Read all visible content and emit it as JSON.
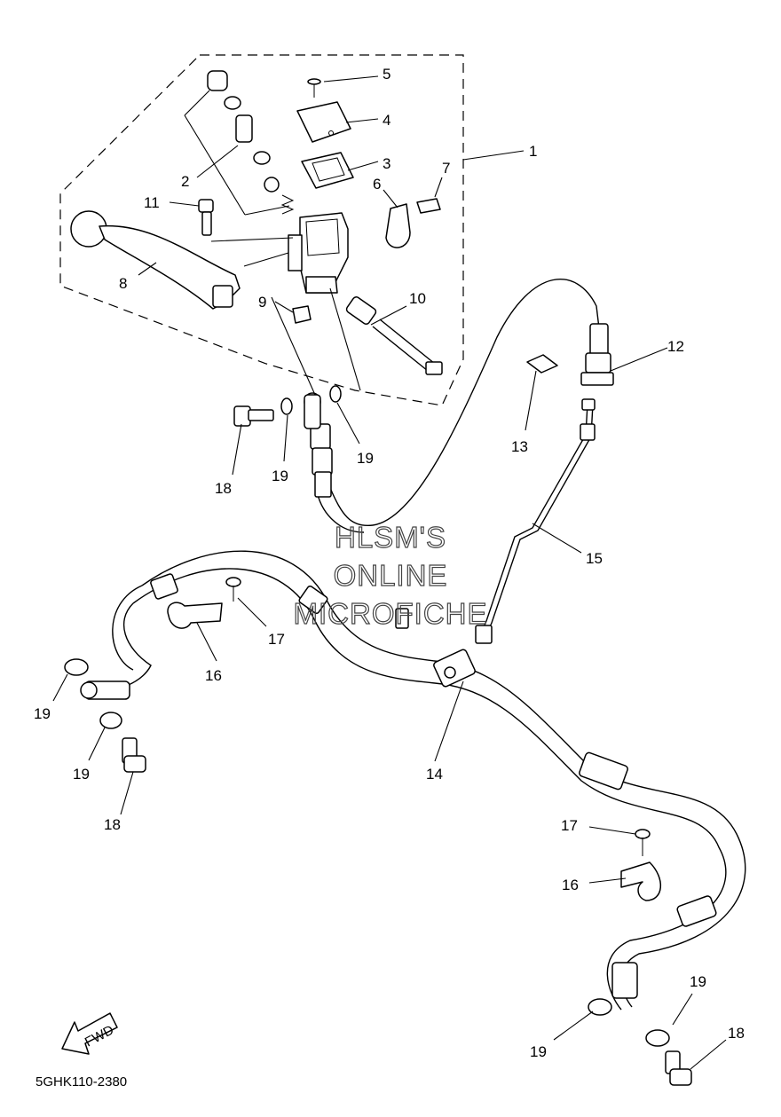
{
  "diagram": {
    "drawing_code": "5GHK110-2380",
    "watermark": {
      "line1": "HLSM'S",
      "line2": "ONLINE",
      "line3": "MICROFICHE"
    },
    "fwd_label": "FWD",
    "callouts": {
      "c1": "1",
      "c2": "2",
      "c3": "3",
      "c4": "4",
      "c5": "5",
      "c6": "6",
      "c7": "7",
      "c8": "8",
      "c9": "9",
      "c10": "10",
      "c11": "11",
      "c12": "12",
      "c13": "13",
      "c14": "14",
      "c15": "15",
      "c16a": "16",
      "c16b": "16",
      "c17a": "17",
      "c17b": "17",
      "c18a": "18",
      "c18b": "18",
      "c18c": "18",
      "c19a": "19",
      "c19b": "19",
      "c19c": "19",
      "c19d": "19",
      "c19e": "19",
      "c19f": "19"
    }
  }
}
